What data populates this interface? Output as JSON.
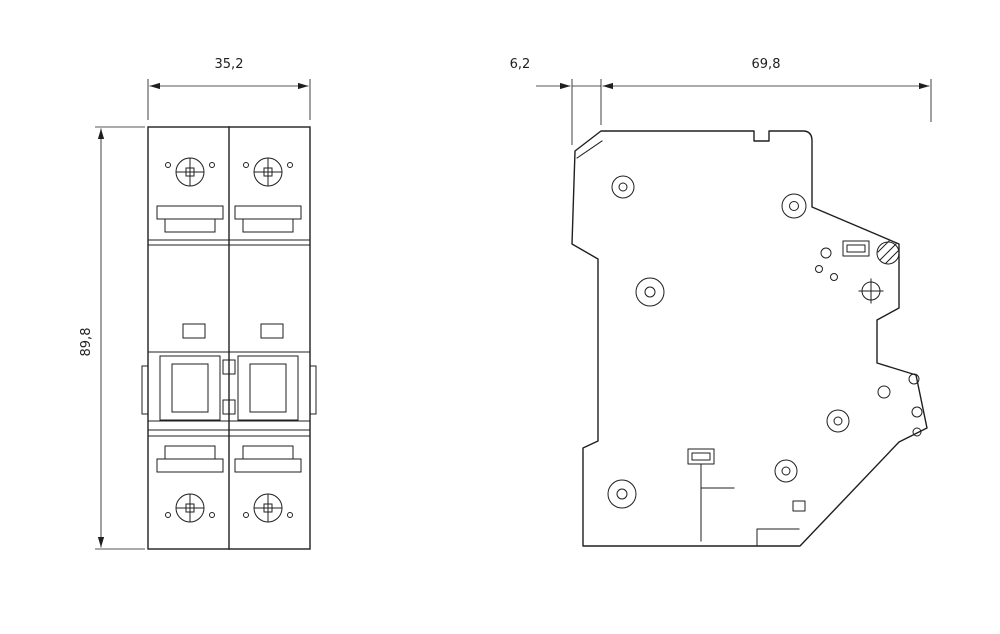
{
  "drawing": {
    "background": "#ffffff",
    "line_color": "#1f1f1f",
    "front_view": {
      "width_label": "35,2",
      "height_label": "89,8"
    },
    "side_view": {
      "front_offset_label": "6,2",
      "depth_label": "69,8"
    }
  }
}
